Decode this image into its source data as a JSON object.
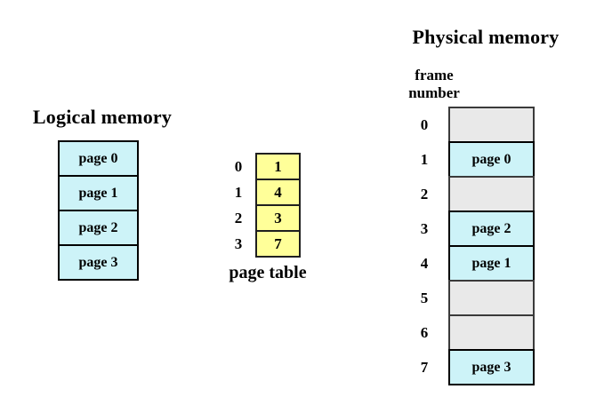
{
  "diagram": {
    "logical_memory": {
      "title": "Logical memory",
      "pages": [
        "page 0",
        "page 1",
        "page 2",
        "page 3"
      ]
    },
    "page_table": {
      "caption": "page table",
      "entries": [
        {
          "index": "0",
          "frame": "1"
        },
        {
          "index": "1",
          "frame": "4"
        },
        {
          "index": "2",
          "frame": "3"
        },
        {
          "index": "3",
          "frame": "7"
        }
      ]
    },
    "physical_memory": {
      "title": "Physical memory",
      "frame_label": [
        "frame",
        "number"
      ],
      "frames": [
        {
          "number": "0",
          "content": ""
        },
        {
          "number": "1",
          "content": "page 0"
        },
        {
          "number": "2",
          "content": ""
        },
        {
          "number": "3",
          "content": "page 2"
        },
        {
          "number": "4",
          "content": "page 1"
        },
        {
          "number": "5",
          "content": ""
        },
        {
          "number": "6",
          "content": ""
        },
        {
          "number": "7",
          "content": "page 3"
        }
      ]
    },
    "colors": {
      "page_fill": "#CDF3F8",
      "table_fill": "#FFFF99",
      "empty_fill": "#E9E9E9",
      "border": "#000000"
    }
  }
}
